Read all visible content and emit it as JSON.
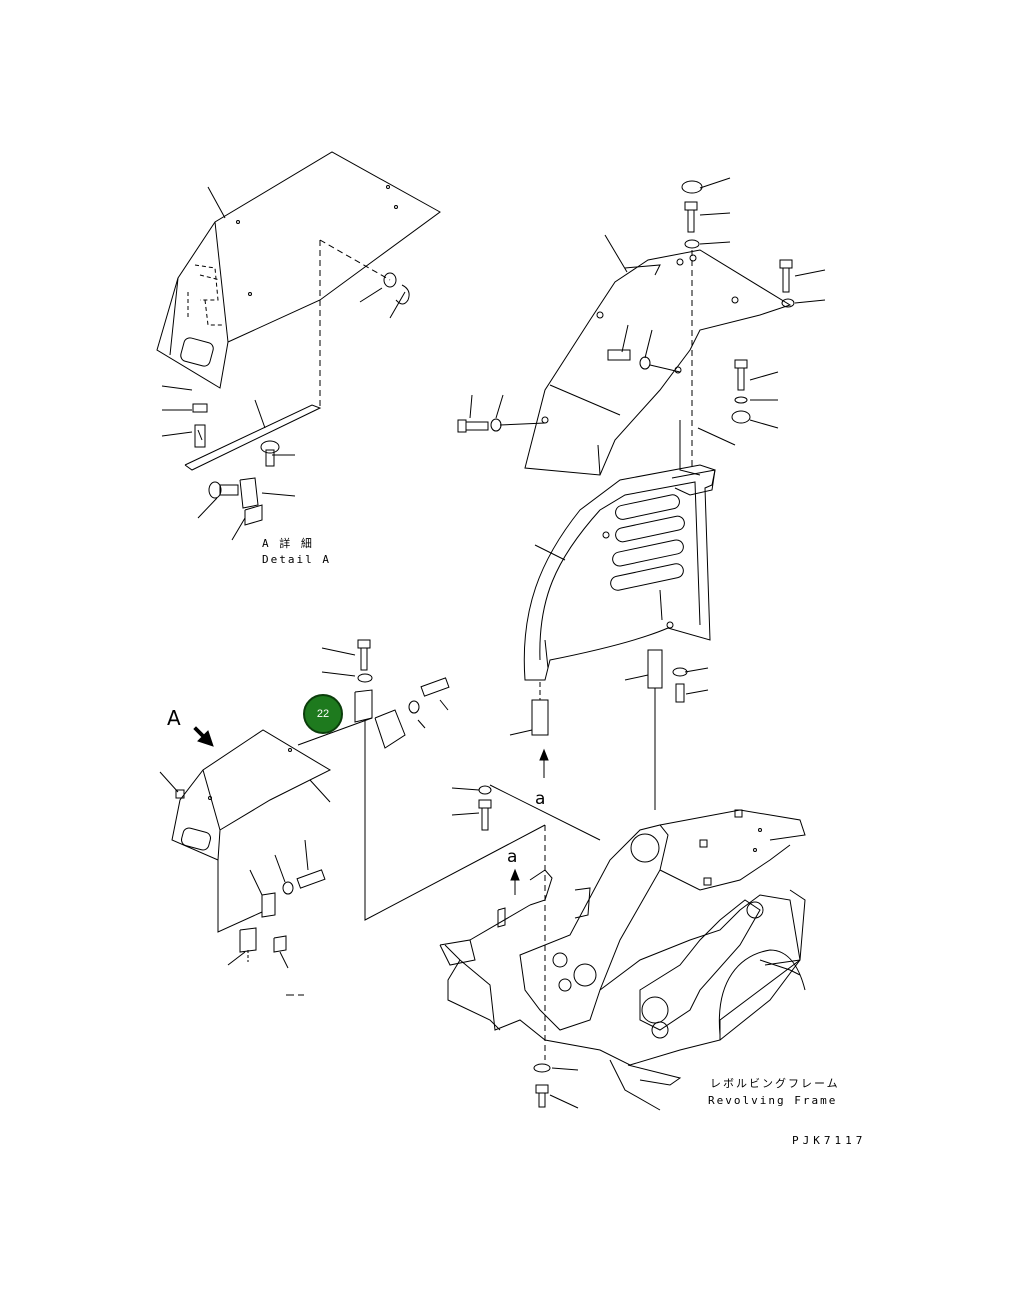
{
  "labels": {
    "detail_a_jp": "A 詳 細",
    "detail_a_en": "Detail A",
    "view_arrow": "A",
    "arrow_a_1": "a",
    "arrow_a_2": "a",
    "frame_jp": "レボルビングフレーム",
    "frame_en": "Revolving Frame",
    "drawing_code": "PJK7117"
  },
  "callout": {
    "number": "22",
    "color": "#1e7a1e"
  }
}
